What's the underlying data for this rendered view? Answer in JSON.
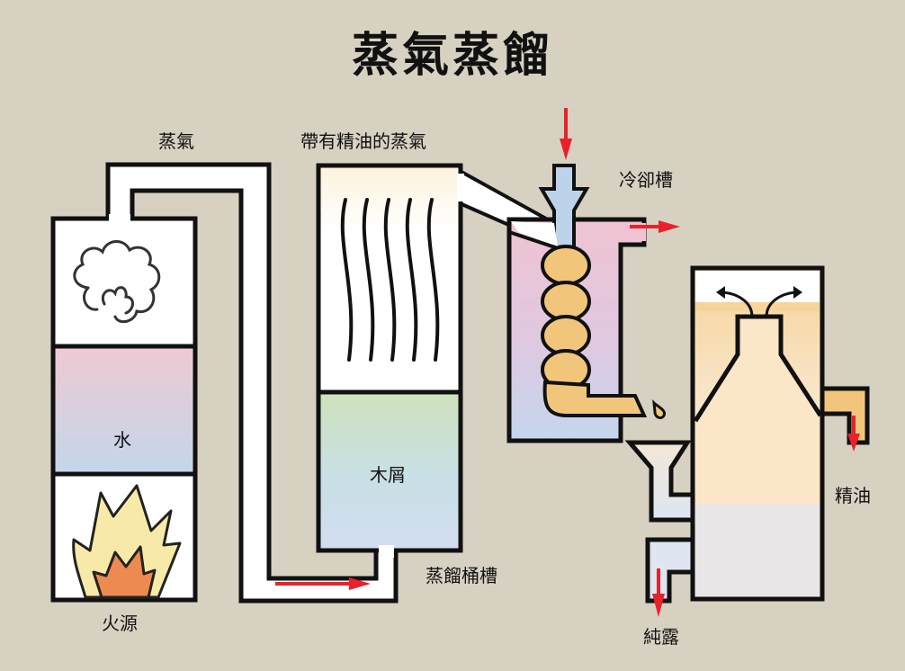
{
  "title": "蒸氣蒸餾",
  "labels": {
    "steam": "蒸氣",
    "steam_with_oil": "帶有精油的蒸氣",
    "cooling_tank": "冷卻槽",
    "water": "水",
    "heat_source": "火源",
    "wood_chips": "木屑",
    "distillation_vat": "蒸餾桶槽",
    "essential_oil": "精油",
    "hydrosol": "純露"
  },
  "colors": {
    "background": "#d7d1c1",
    "outline": "#111111",
    "arrow": "#e8212b",
    "water_top": "#efc9d3",
    "water_bottom": "#c5d7e8",
    "wood_top": "#cfe3c0",
    "wood_bottom": "#cddcec",
    "coil": "#f2c67a",
    "cooling_top": "#efc4d3",
    "cooling_bottom": "#c5d5ec",
    "flame_outer": "#f7e9a8",
    "flame_inner": "#ec8a52",
    "oil_layer": "#f2c982"
  }
}
